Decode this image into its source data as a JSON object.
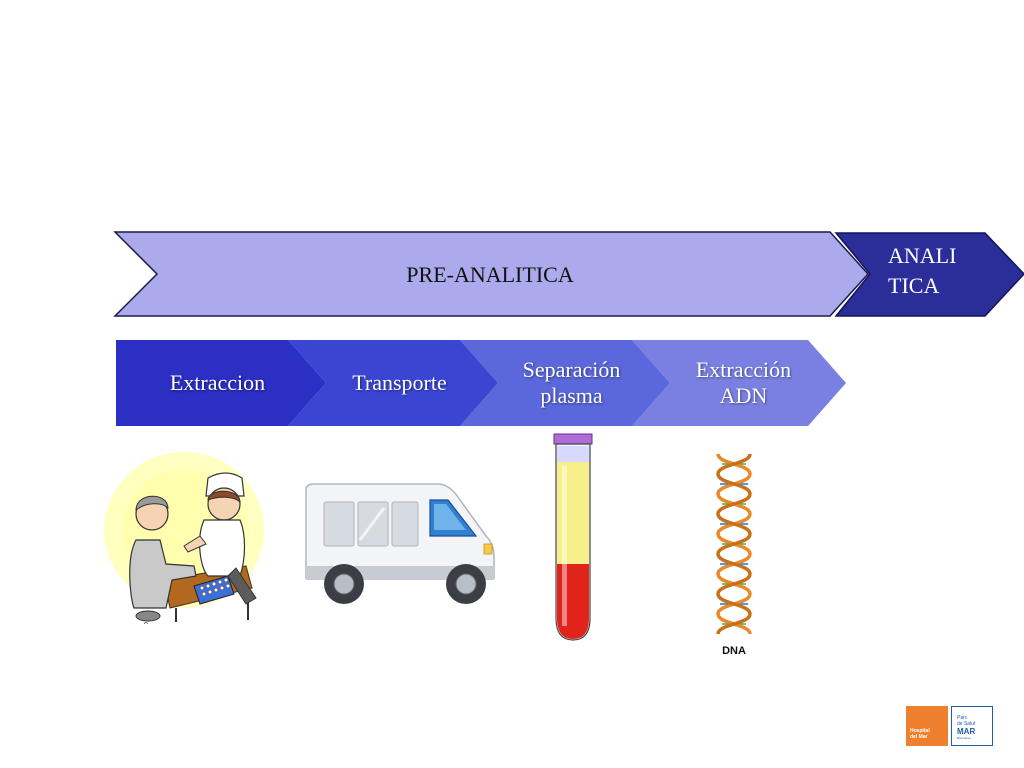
{
  "phases": {
    "pre_analitica": "PRE-ANALITICA",
    "analitica_line1": "ANALI",
    "analitica_line2": "TICA"
  },
  "steps": [
    {
      "line1": "Extraccion",
      "line2": ""
    },
    {
      "line1": "Transporte",
      "line2": ""
    },
    {
      "line1": "Separación",
      "line2": "plasma"
    },
    {
      "line1": "Extracción",
      "line2": "ADN"
    }
  ],
  "dna_caption": "DNA",
  "logos": {
    "hospital_line1": "Hospital",
    "hospital_line2": "del Mar",
    "parc_line1": "Parc",
    "parc_line2": "de Salut",
    "parc_line3": "MAR",
    "parc_line4": "Barcelona"
  },
  "colors": {
    "pre_analitica_fill": "#abaaec",
    "analitica_fill": "#2b2d99",
    "step_1": "#2b2fc4",
    "step_2": "#3a46d2",
    "step_3": "#5a68dc",
    "step_4": "#7a80e2",
    "hospital_logo": "#ee7f2d",
    "parc_logo": "#1f5fa8"
  }
}
